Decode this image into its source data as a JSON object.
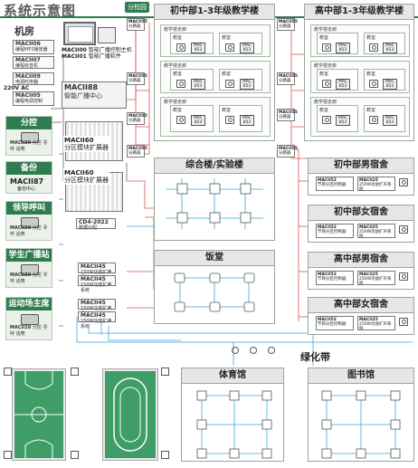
{
  "title": "系统示意图",
  "campus_tag": "分校园",
  "machine_room": {
    "label": "机房",
    "devices": [
      {
        "model": "MACII06",
        "desc": "编程MP3播放器"
      },
      {
        "model": "MACII07",
        "desc": "编程收音机"
      },
      {
        "model": "MACII09",
        "desc": "电源时序器"
      },
      {
        "model": "MACII05",
        "desc": "编程电源控制"
      }
    ],
    "power_label": "220V AC",
    "computer": {
      "model": "MACII00",
      "desc": "智能广播控制主机",
      "sub_model": "MACII01",
      "sub_desc": "智能广播软件"
    },
    "center": {
      "model": "MACII88",
      "desc": "智能广播中心"
    },
    "amp1": {
      "model": "MACII60",
      "desc": "分区模块扩展器"
    },
    "amp2": {
      "model": "MACII60",
      "desc": "分区模块扩展器"
    },
    "cd": {
      "model": "CD4-2022",
      "desc": "数据分配"
    },
    "pa1": {
      "model": "MACII45",
      "desc": "150W功放扩声系统"
    },
    "pa2": {
      "model": "MACII45",
      "desc": "150W功放扩声系统"
    }
  },
  "side_panels": [
    {
      "title": "分控",
      "model": "MACII39",
      "desc": "分控 寻呼 话筒"
    },
    {
      "title": "备份",
      "model": "MACII87",
      "desc": "备份中心"
    },
    {
      "title": "领导呼叫",
      "model": "MACII39",
      "desc": "分控 寻呼 话筒"
    },
    {
      "title": "学生广播站",
      "model": "MACII39",
      "desc": "分控 寻呼 话筒"
    },
    {
      "title": "运动场主席台",
      "model": "MACII39",
      "desc": "分控 寻呼 话筒"
    }
  ],
  "buildings": {
    "junior_teaching": {
      "title": "初中部1-3年级教学楼",
      "floor_label": "教学楼走廊",
      "classroom_label": "教室",
      "unit": "MAC 853",
      "dist": "MACII55"
    },
    "senior_teaching": {
      "title": "高中部1-3年级教学楼",
      "floor_label": "教学楼走廊",
      "classroom_label": "教室",
      "unit": "MAC 853",
      "dist": "MACII55"
    },
    "lab": {
      "title": "综合楼/实验楼"
    },
    "canteen": {
      "title": "饭堂"
    },
    "junior_boys": {
      "title": "初中部男宿舍",
      "m1": "MACII52",
      "m1d": "节目分区控制器",
      "m2": "MACII25",
      "m2d": "250W功放扩声系统"
    },
    "junior_girls": {
      "title": "初中部女宿舍",
      "m1": "MACII52",
      "m1d": "节目分区控制器",
      "m2": "MACII25",
      "m2d": "250W功放扩声系统"
    },
    "senior_boys": {
      "title": "高中部男宿舍",
      "m1": "MACII52",
      "m1d": "节目分区控制器",
      "m2": "MACII25",
      "m2d": "250W功放扩声系统"
    },
    "senior_girls": {
      "title": "高中部女宿舍",
      "m1": "MACII52",
      "m1d": "节目分区控制器",
      "m2": "MACII25",
      "m2d": "250W功放扩声系统"
    },
    "gym": {
      "title": "体育馆"
    },
    "library": {
      "title": "图书馆"
    },
    "green": {
      "title": "绿化带"
    }
  },
  "junction": {
    "model": "MACII55",
    "desc": "分路器"
  },
  "colors": {
    "accent": "#2f7d4f",
    "wire_red": "#d9534f",
    "wire_blue": "#3aa7d8",
    "court": "#3f9d68"
  }
}
